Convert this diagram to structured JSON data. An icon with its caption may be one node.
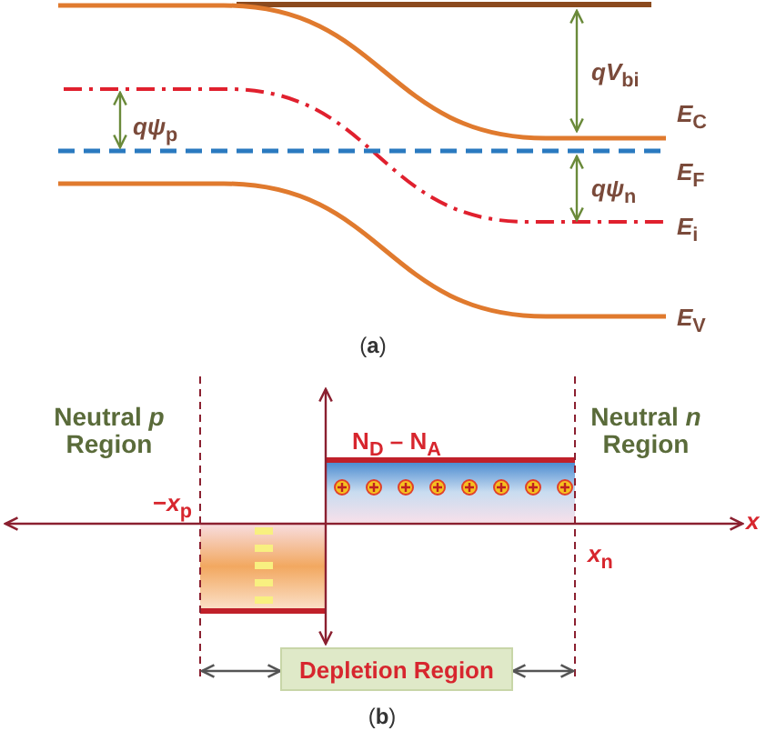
{
  "diagram": {
    "nodes": [
      {
        "text": [
          "Depletion Region"
        ]
      }
    ],
    "labels": [
      "*qV*$_{bi}$",
      "*qψ*$_{p}$",
      "*E*$_{C}$",
      "*E*$_{F}$",
      "*qψ*$_{n}$",
      "*E*$_{i}$",
      "*E*$_{V}$",
      "(**a**)",
      "Neutral *p* Region",
      "Neutral *n* Region",
      "N$_{D}$ – N$_{A}$",
      "−*x*$_{p}$",
      "*x*",
      "*x*$_{n}$",
      "(**b**)"
    ]
  }
}
